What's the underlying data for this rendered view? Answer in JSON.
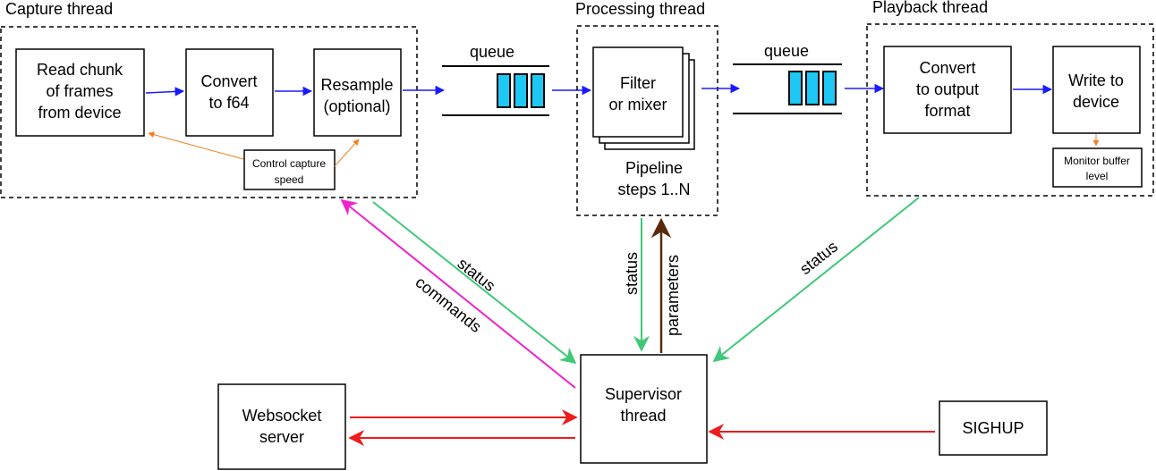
{
  "groups": {
    "capture": "Capture thread",
    "processing": "Processing thread",
    "playback": "Playback thread"
  },
  "capture": {
    "read": [
      "Read chunk",
      "of frames",
      "from device"
    ],
    "convert": [
      "Convert",
      "to f64"
    ],
    "resample": [
      "Resample",
      "(optional)"
    ],
    "control": [
      "Control capture",
      "speed"
    ]
  },
  "queues": {
    "q1": "queue",
    "q2": "queue"
  },
  "processing": {
    "filter": [
      "Filter",
      "or mixer"
    ],
    "pipeline": [
      "Pipeline",
      "steps 1..N"
    ]
  },
  "playback": {
    "convert": [
      "Convert",
      "to output",
      "format"
    ],
    "write": [
      "Write to",
      "device"
    ],
    "monitor": [
      "Monitor buffer",
      "level"
    ]
  },
  "supervisor": [
    "Supervisor",
    "thread"
  ],
  "websocket": [
    "Websocket",
    "server"
  ],
  "sighup": "SIGHUP",
  "edges": {
    "status_capture": "status",
    "commands": "commands",
    "status_processing": "status",
    "parameters": "parameters",
    "status_playback": "status"
  },
  "colors": {
    "flow": "#1a1aff",
    "feedback": "#f08020",
    "status": "#3ec878",
    "commands": "#ee22cc",
    "parameters": "#5a2a0a",
    "control": "#ee1c1c",
    "queue_cell": "#1ec8f5"
  }
}
